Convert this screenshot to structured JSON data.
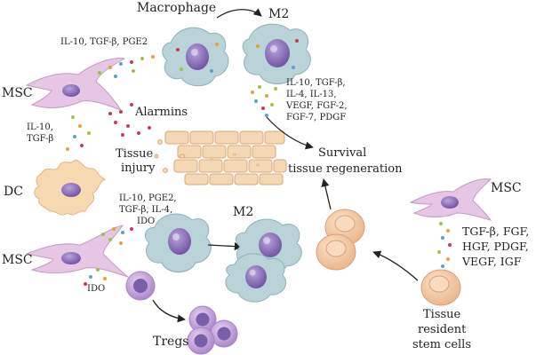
{
  "labels": {
    "macrophage": "Macrophage",
    "m2_top": "M2",
    "m2_bottom": "M2",
    "msc_left_top": "MSC",
    "msc_left_bottom": "MSC",
    "msc_right": "MSC",
    "dc": "DC",
    "alarmins": "Alarmins",
    "tissue_injury_1": "Tissue",
    "tissue_injury_2": "injury",
    "survival_1": "Survival",
    "survival_2": "tissue regeneration",
    "tregs": "Tregs",
    "ido_bottom": "IDO",
    "stem_1": "Tissue",
    "stem_2": "resident",
    "stem_3": "stem cells"
  },
  "factors": {
    "msc_to_macrophage": "IL-10, TGF-β, PGE2",
    "msc_to_dc_1": "IL-10,",
    "msc_to_dc_2": "TGF-β",
    "m2_top_1": "IL-10, TGF-β,",
    "m2_top_2": "IL-4, IL-13,",
    "m2_top_3": "VEGF, FGF-2,",
    "m2_top_4": "FGF-7, PDGF",
    "msc_bottom_1": "IL-10, PGE2,",
    "msc_bottom_2": "TGF-β, IL-4,",
    "msc_bottom_3": "IDO",
    "msc_right_1": "TGF-β, FGF,",
    "msc_right_2": "HGF, PDGF,",
    "msc_right_3": "VEGF, IGF"
  },
  "colors": {
    "msc_fill": "#e6c6e4",
    "msc_nucleus": "#8a6fb6",
    "macrophage_fill": "#b9d3d9",
    "macrophage_nucleus": "#7b5ea9",
    "dc_fill": "#f6d8b2",
    "stem_fill": "#f1c8a4",
    "treg_fill": "#c9a6dc",
    "tissue_fill": "#f4d7b5",
    "tissue_edge": "#d9a979",
    "alarmin": "#c93a55",
    "arrow": "#222222"
  }
}
